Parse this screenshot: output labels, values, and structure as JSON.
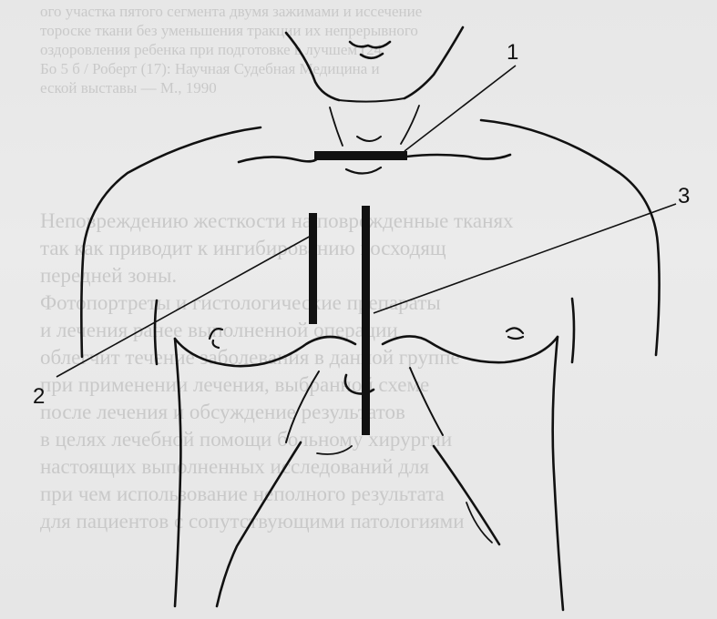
{
  "labels": {
    "one": "1",
    "two": "2",
    "three": "3"
  },
  "bleed_small": [
    "ого участка пятого сегмента двумя зажимами и иссечение",
    "тороске ткани без уменьшения тракции их непрерывного",
    "оздоровления ребенка при подготовке в лучшем (24",
    "Бо 5 б / Роберт (17): Научная Судебная Медицина и",
    "еской выставы — М., 1990"
  ],
  "bleed_large": [
    "Неповреждению жесткости на поврежденные тканях",
    "так как приводит к ингибированию восходящ",
    "передней зоны.",
    "",
    "Фотопортреты и гистологические препараты",
    "и лечения ранее выполненной операции",
    "облегчит течение заболевания в данной группе",
    "при применении лечения, выбранной схеме",
    "после лечения и обсуждение результатов",
    "в целях лечебной помощи больному хирургии",
    "настоящих выполненных исследований для",
    "при чем использование неполного результата",
    "для пациентов с сопутствующими патологиями"
  ],
  "colors": {
    "ink": "#111111",
    "paper": "#e9e9e9",
    "bleed": "#c9c9c9"
  }
}
